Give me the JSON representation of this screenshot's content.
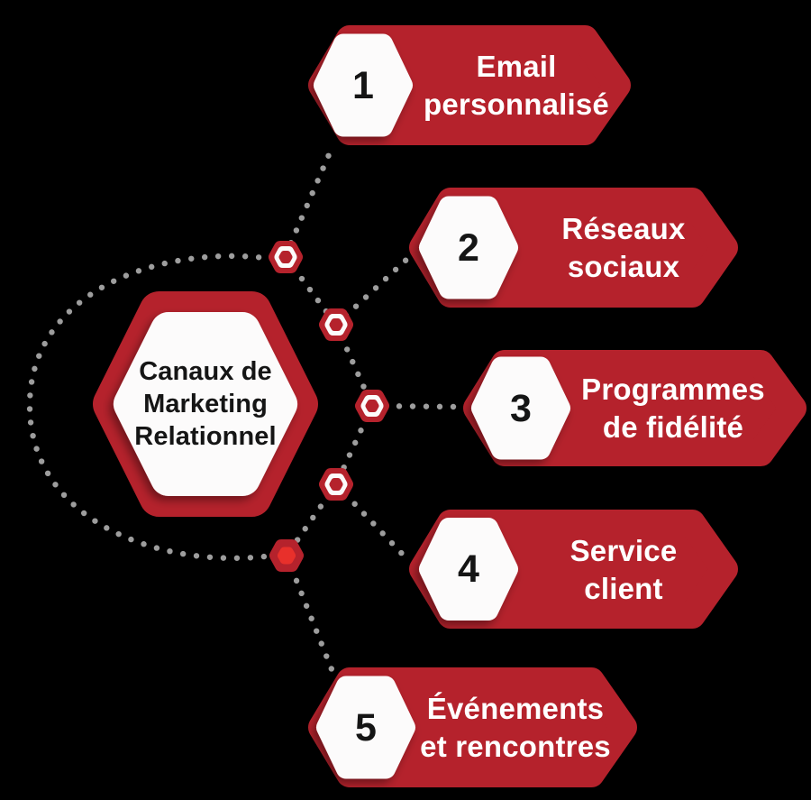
{
  "colors": {
    "red": "#B5222C",
    "bright_red": "#E8302B",
    "dot_gray": "#9D9D9D",
    "white": "#FCFBFB",
    "text_dark": "#151515",
    "text_light": "#FFFFFF"
  },
  "center": {
    "title": "Canaux de Marketing Relationnel",
    "lines": [
      "Canaux de",
      "Marketing",
      "Relationnel"
    ]
  },
  "items": [
    {
      "number": "1",
      "label": "Email personnalisé",
      "lines": [
        "Email",
        "personnalisé"
      ]
    },
    {
      "number": "2",
      "label": "Réseaux sociaux",
      "lines": [
        "Réseaux",
        "sociaux"
      ]
    },
    {
      "number": "3",
      "label": "Programmes de fidélité",
      "lines": [
        "Programmes",
        "de fidélité"
      ]
    },
    {
      "number": "4",
      "label": "Service client",
      "lines": [
        "Service",
        "client"
      ]
    },
    {
      "number": "5",
      "label": "Événements et rencontres",
      "lines": [
        "Événements",
        "et rencontres"
      ]
    }
  ]
}
